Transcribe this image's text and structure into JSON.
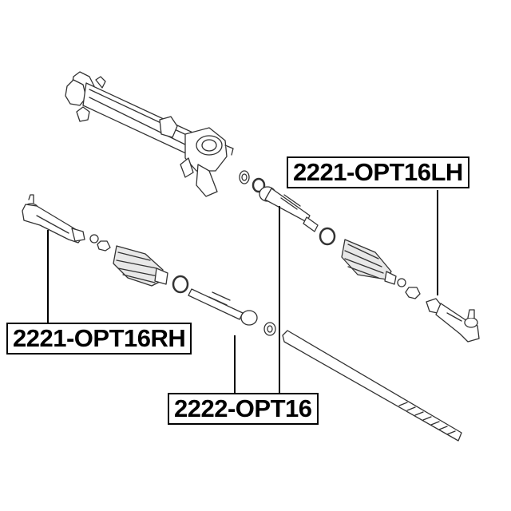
{
  "labels": {
    "tie_rod_end_lh": "2221-OPT16LH",
    "tie_rod_end_rh": "2221-OPT16RH",
    "inner_tie_rod": "2222-OPT16"
  },
  "colors": {
    "line": "#000000",
    "part_fill": "#ffffff",
    "part_stroke": "#333333",
    "boot_fill": "#e8e8e8"
  },
  "icons": [
    "steering-rack",
    "tie-rod-end",
    "dust-boot",
    "clamp-ring",
    "nut",
    "inner-tie-rod",
    "rack-bar"
  ]
}
